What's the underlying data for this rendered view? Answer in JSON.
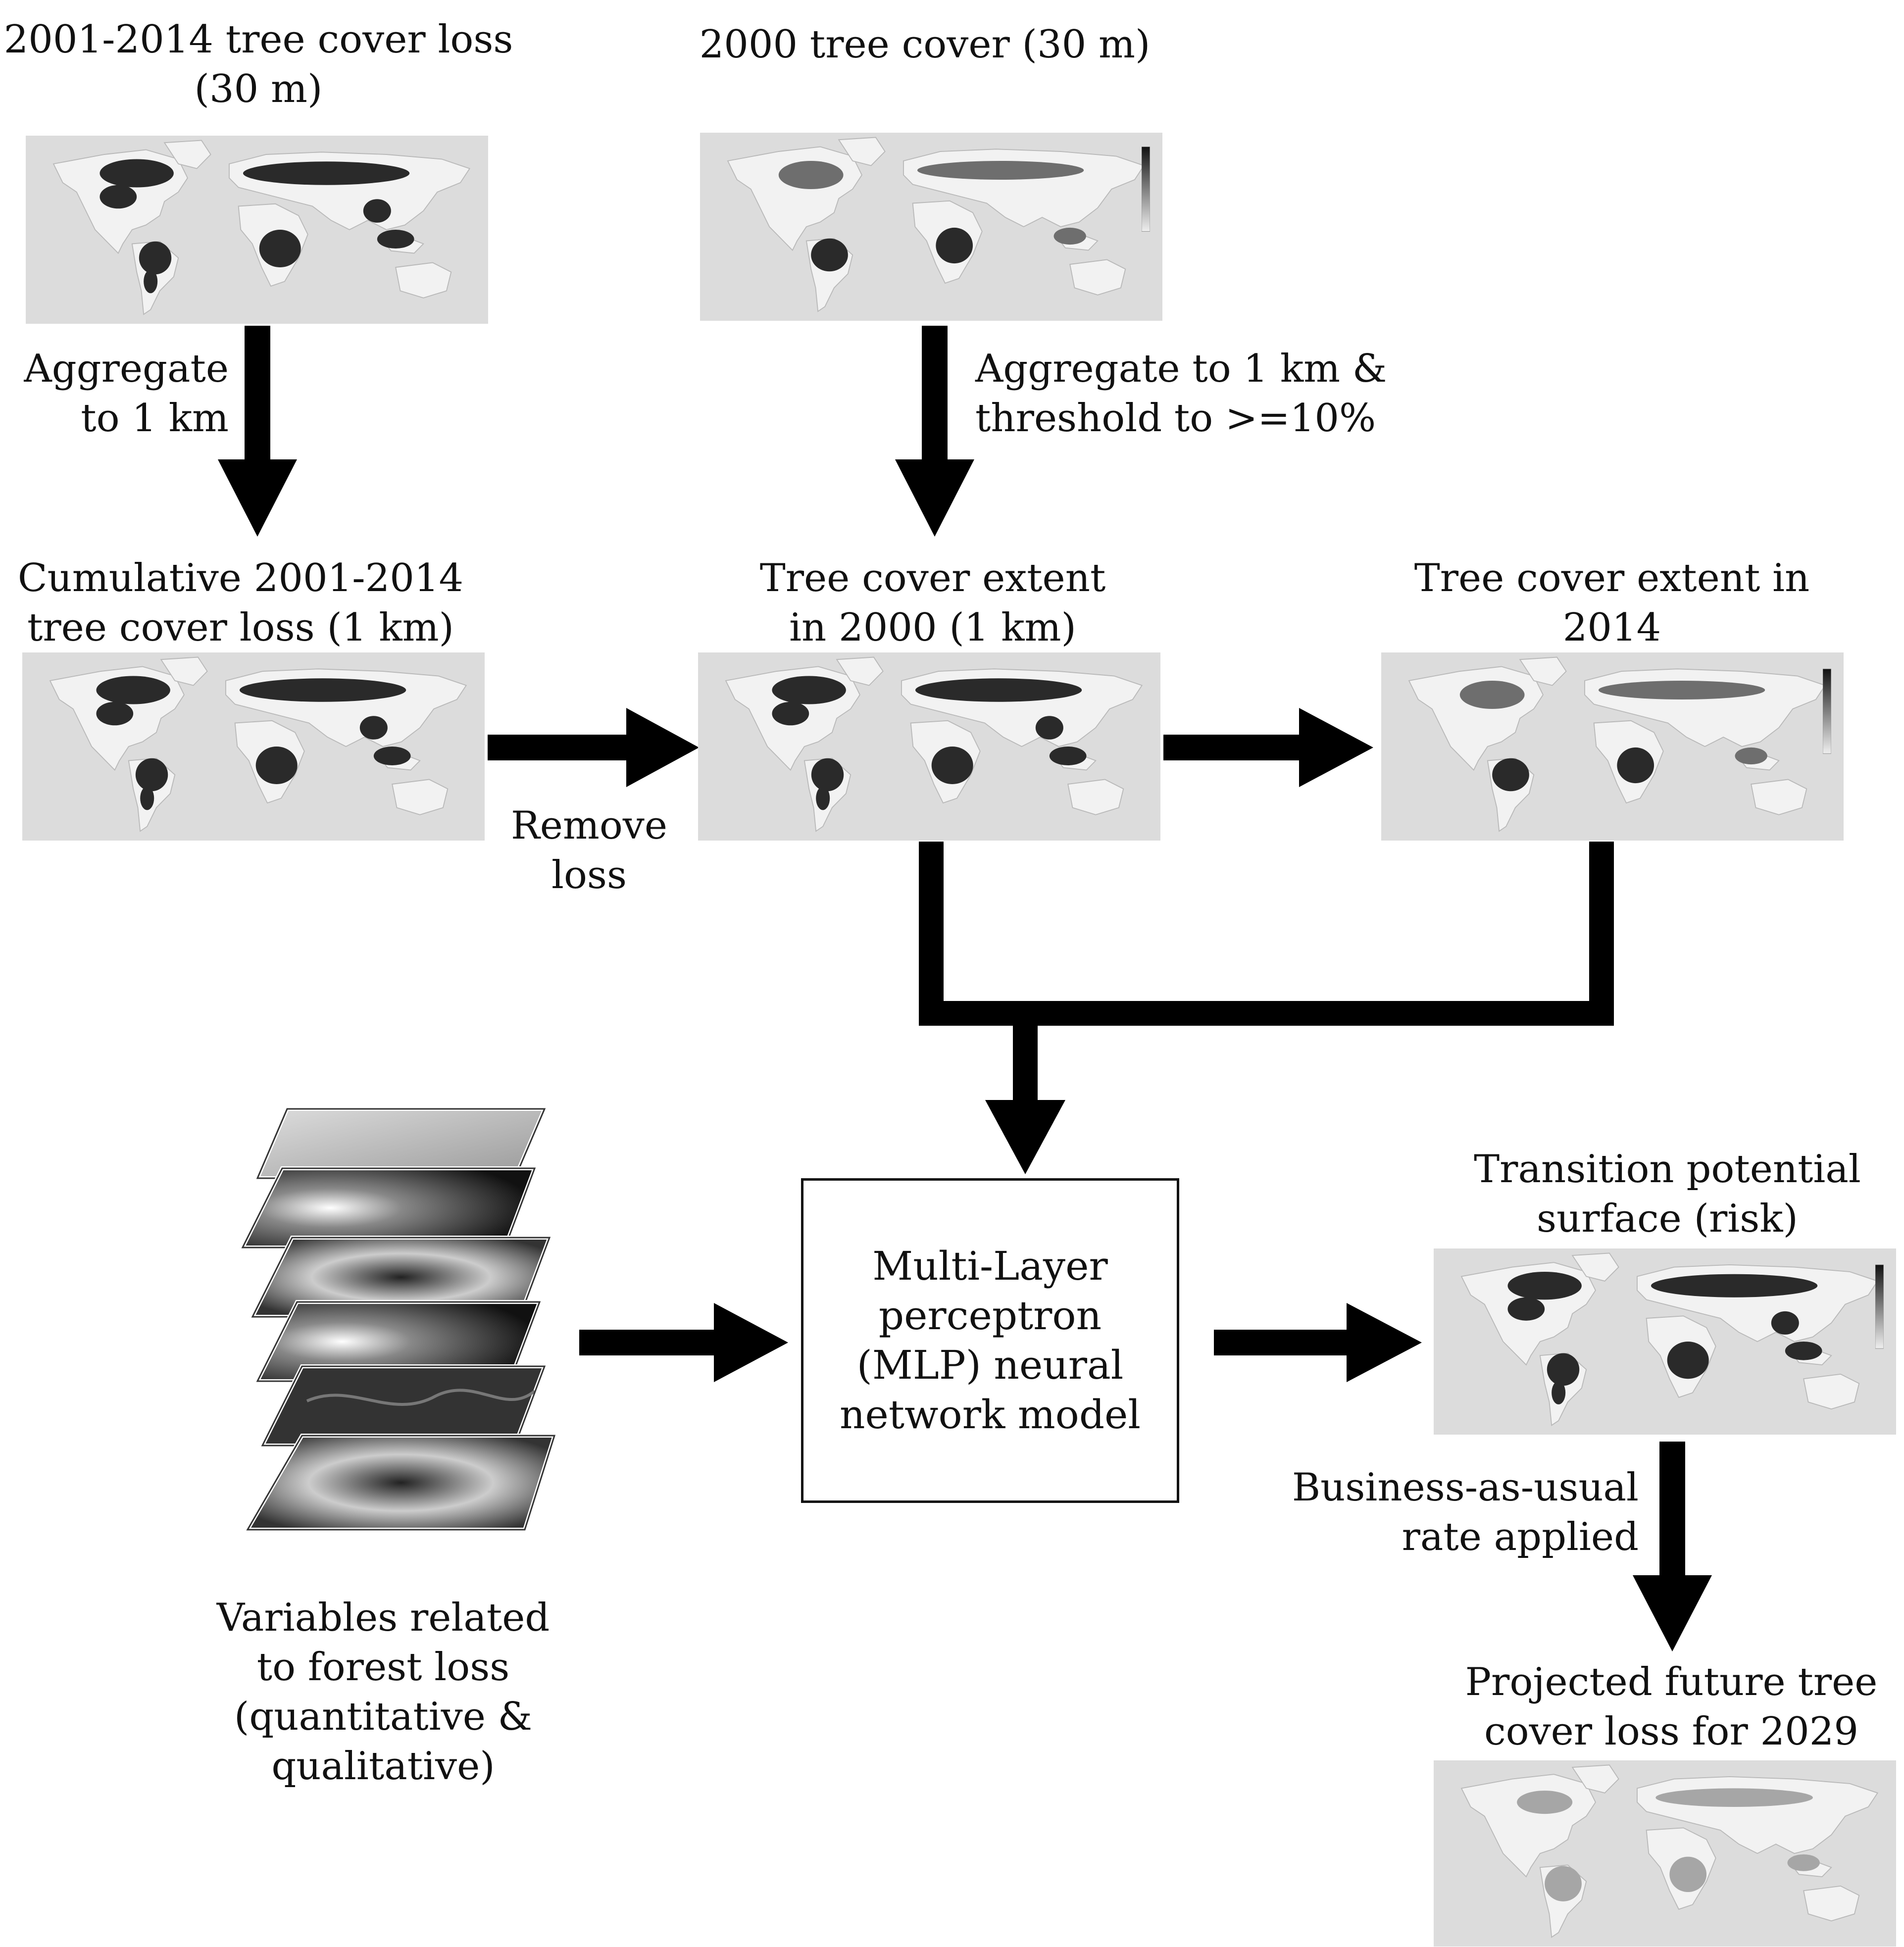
{
  "labels": {
    "loss_30m": "2001-2014 tree cover loss\n(30 m)",
    "cover_30m": "2000 tree cover (30 m)",
    "aggregate_1km": "Aggregate\nto 1 km",
    "aggregate_threshold": "Aggregate to 1 km &\nthreshold to >=10%",
    "cumulative_loss": "Cumulative 2001-2014\ntree cover loss (1 km)",
    "extent_2000": "Tree cover extent\nin 2000 (1 km)",
    "extent_2014": "Tree cover extent in\n2014",
    "remove_loss": "Remove\nloss",
    "mlp_model": "Multi-Layer\nperceptron\n(MLP) neural\nnetwork model",
    "transition_potential": "Transition potential\nsurface (risk)",
    "bau_rate": "Business-as-usual\nrate applied",
    "projected_loss": "Projected future tree\ncover loss for 2029",
    "variables": "Variables related\nto forest loss\n(quantitative &\nqualitative)"
  },
  "colors": {
    "background": "#ffffff",
    "arrow": "#000000",
    "map_background": "#dcdcdc",
    "land": "#f2f2f2",
    "forest_dark": "#2a2a2a",
    "forest_mid": "#6e6e6e",
    "forest_light": "#a6a6a6"
  },
  "icons": {
    "map_thumbnail": "world-map-icon",
    "variable_layers": "layer-stack-icon",
    "flow_arrow": "arrow-icon"
  }
}
